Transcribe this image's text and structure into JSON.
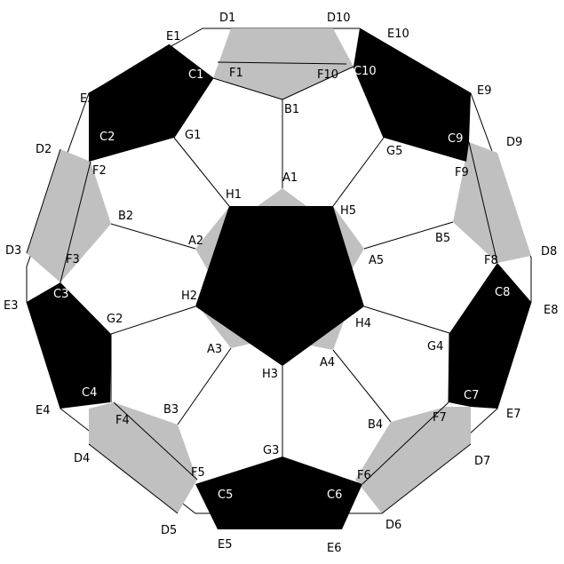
{
  "colors": {
    "black": "#000000",
    "gray": "#c0c0c0",
    "white": "#ffffff",
    "line": "#000000",
    "label_dark": "#000000",
    "label_light": "#ffffff"
  },
  "labels": {
    "A1": "A1",
    "A2": "A2",
    "A3": "A3",
    "A4": "A4",
    "A5": "A5",
    "B1": "B1",
    "B2": "B2",
    "B3": "B3",
    "B4": "B4",
    "B5": "B5",
    "C1": "C1",
    "C2": "C2",
    "C3": "C3",
    "C4": "C4",
    "C5": "C5",
    "C6": "C6",
    "C7": "C7",
    "C8": "C8",
    "C9": "C9",
    "C10": "C10",
    "D1": "D1",
    "D2": "D2",
    "D3": "D3",
    "D4": "D4",
    "D5": "D5",
    "D6": "D6",
    "D7": "D7",
    "D8": "D8",
    "D9": "D9",
    "D10": "D10",
    "E1": "E1",
    "E2": "E2",
    "E3": "E3",
    "E4": "E4",
    "E5": "E5",
    "E6": "E6",
    "E7": "E7",
    "E8": "E8",
    "E9": "E9",
    "E10": "E10",
    "F1": "F1",
    "F2": "F2",
    "F3": "F3",
    "F4": "F4",
    "F5": "F5",
    "F6": "F6",
    "F7": "F7",
    "F8": "F8",
    "F9": "F9",
    "F10": "F10",
    "G1": "G1",
    "G2": "G2",
    "G3": "G3",
    "G4": "G4",
    "G5": "G5",
    "H1": "H1",
    "H2": "H2",
    "H3": "H3",
    "H4": "H4",
    "H5": "H5"
  }
}
